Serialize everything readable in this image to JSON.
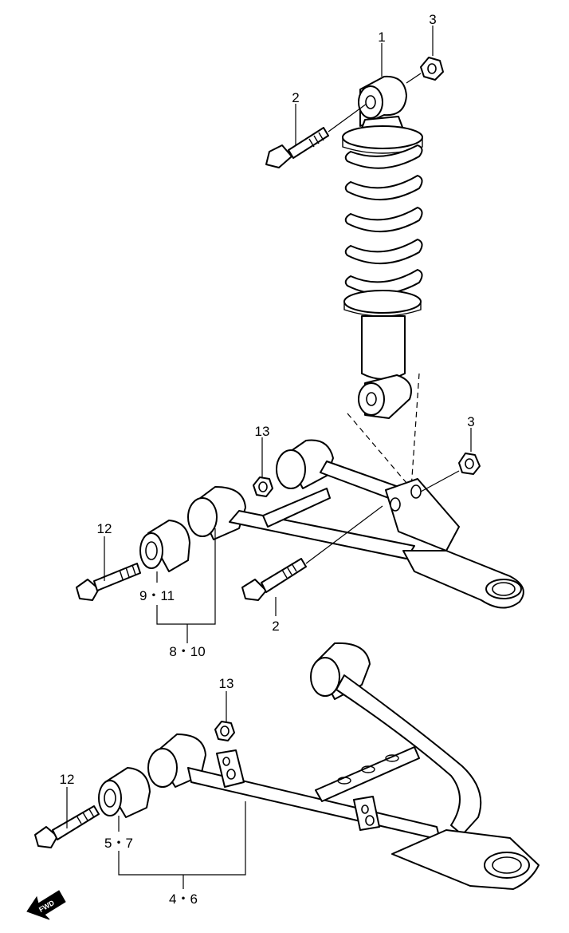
{
  "callouts": {
    "c1": "1",
    "c2_top": "2",
    "c3_top": "3",
    "c13_mid": "13",
    "c3_mid": "3",
    "c12_mid": "12",
    "c9_11": "9・11",
    "c2_mid": "2",
    "c8_10": "8・10",
    "c13_low": "13",
    "c12_low": "12",
    "c5_7": "5・7",
    "c4_6": "4・6"
  },
  "fwd_label": "FWD",
  "icons": [
    "fwd-arrow-icon"
  ],
  "colors": {
    "line": "#000000",
    "background": "#ffffff"
  }
}
